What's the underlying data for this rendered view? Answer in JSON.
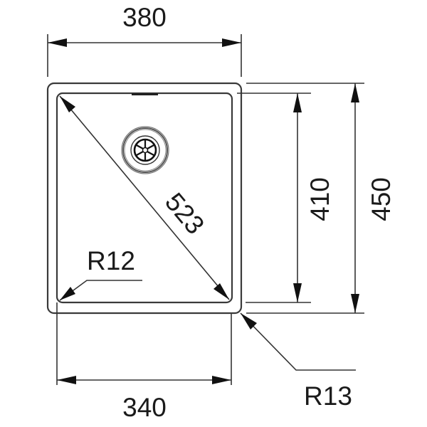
{
  "drawing": {
    "subject": "Undermount sink technical drawing",
    "units": "mm",
    "dimensions": {
      "outer_width": "380",
      "inner_width": "340",
      "inner_height": "410",
      "outer_height": "450",
      "diagonal": "523",
      "inner_corner_radius": "R12",
      "outer_corner_radius": "R13"
    },
    "features": [
      "drain-strainer",
      "overflow-slot"
    ],
    "colors": {
      "line": "#333333",
      "text": "#1a1a1a",
      "background": "#ffffff"
    }
  }
}
